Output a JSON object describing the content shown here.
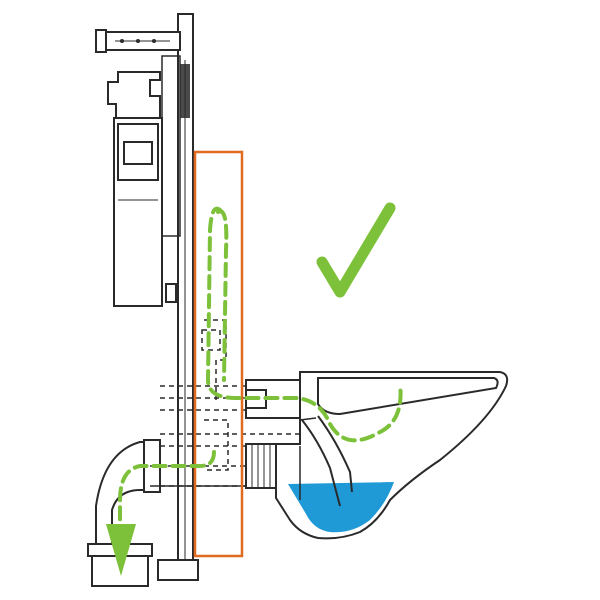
{
  "diagram": {
    "subject": "wall-hung-toilet-installation-cross-section",
    "components": [
      "mounting-frame",
      "wall-bracket",
      "concealed-cistern",
      "front-panel-zone",
      "wall-hung-bowl",
      "flush-pipe",
      "drain-connector",
      "waste-elbow-pipe"
    ],
    "icons": [
      "checkmark-icon",
      "flush-flow-arrow-icon"
    ],
    "colors": {
      "outline": "#2a2a2a",
      "highlight_box": "#e06a1f",
      "flow_path": "#7dc13a",
      "water": "#1f9ad6",
      "checkmark": "#7dc13a",
      "background": "#ffffff"
    }
  }
}
